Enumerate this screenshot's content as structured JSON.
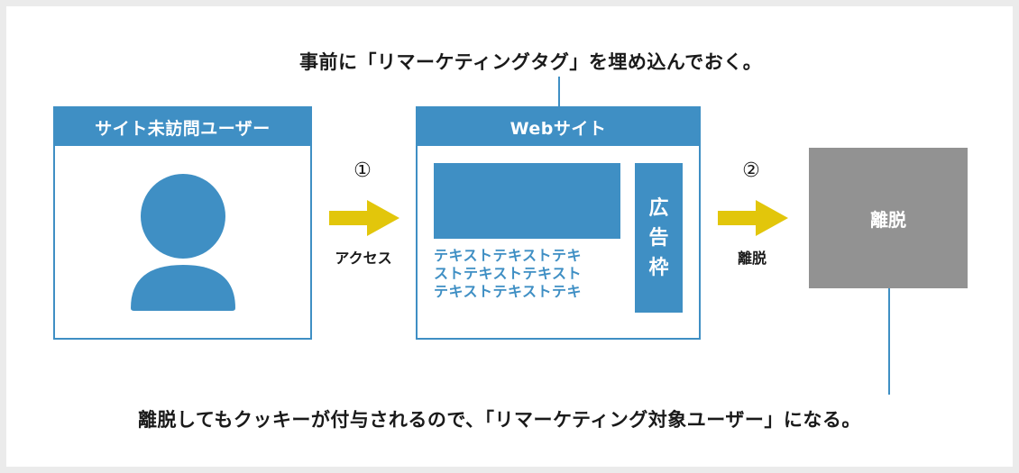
{
  "top_caption": "事前に「リマーケティングタグ」を埋め込んでおく。",
  "bottom_caption": "離脱してもクッキーが付与されるので、「リマーケティング対象ユーザー」になる。",
  "visitor_box": {
    "title": "サイト未訪問ユーザー"
  },
  "step1": {
    "number": "①",
    "label": "アクセス"
  },
  "website_box": {
    "title": "Webサイト",
    "body_text": "テキストテキストテキ\nストテキストテキスト\nテキストテキストテキ",
    "ad_chars": [
      "広",
      "告",
      "枠"
    ]
  },
  "step2": {
    "number": "②",
    "label": "離脱"
  },
  "exit_box": {
    "label": "離脱"
  },
  "colors": {
    "accent": "#3f8fc4",
    "arrow": "#e2c60b",
    "exit": "#929292"
  },
  "icons": {
    "user": "user-silhouette-icon",
    "arrow": "arrow-right-icon"
  }
}
